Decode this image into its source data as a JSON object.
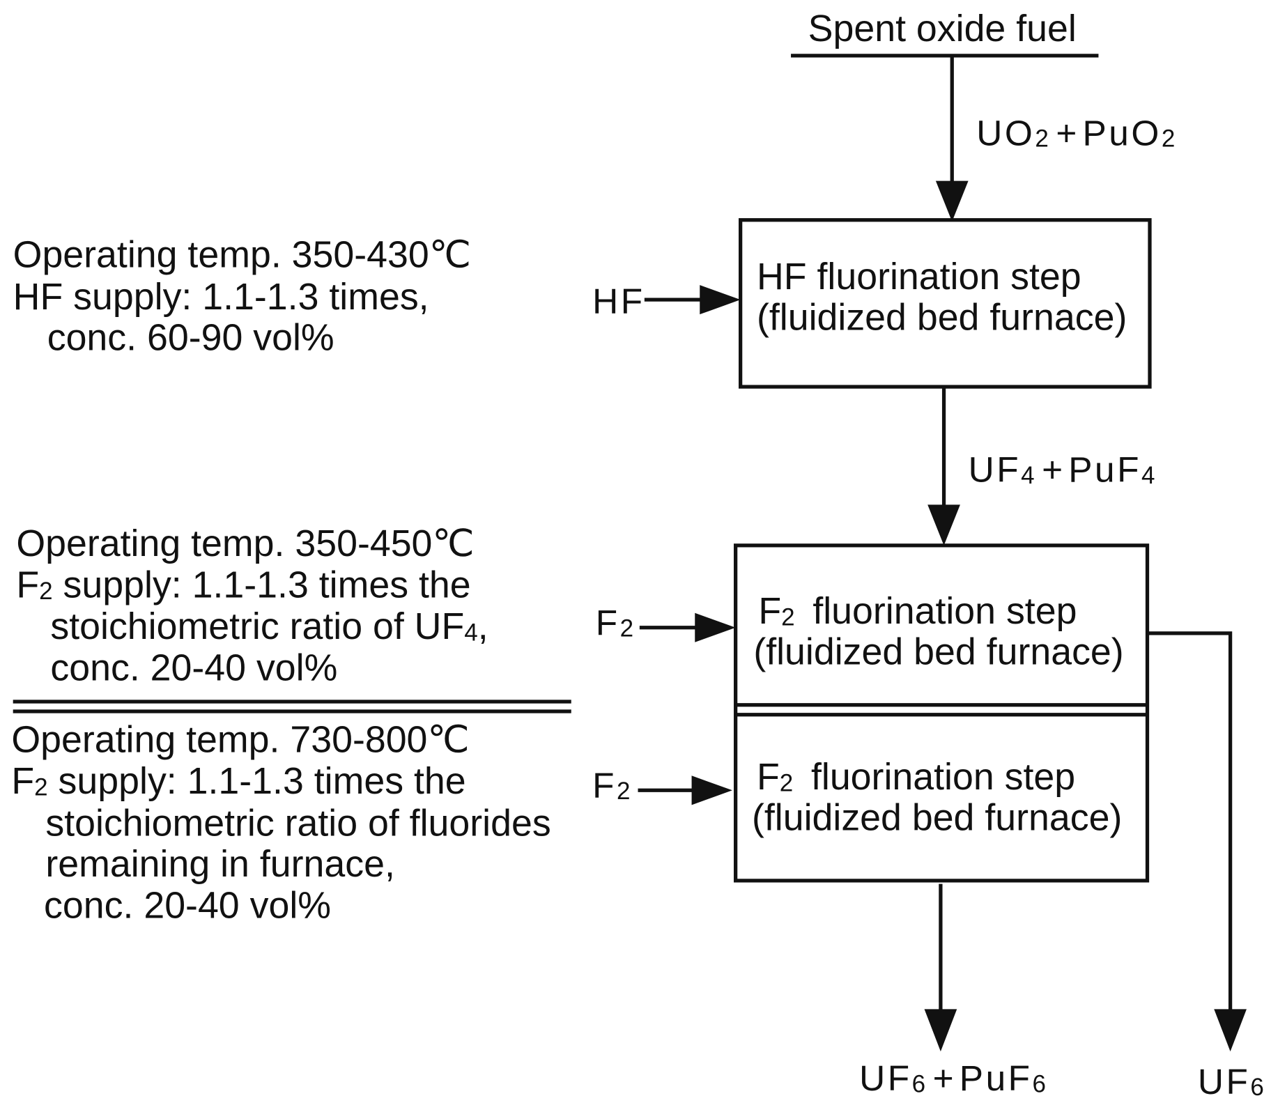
{
  "source": {
    "label": "Spent  oxide  fuel"
  },
  "flows": {
    "feed": {
      "a": "UO",
      "a_sub": "2",
      "plus": "+",
      "b": "PuO",
      "b_sub": "2"
    },
    "intermediate": {
      "a": "UF",
      "a_sub": "4",
      "plus": "+",
      "b": "PuF",
      "b_sub": "4"
    },
    "product_mixed": {
      "a": "UF",
      "a_sub": "6",
      "plus": "+",
      "b": "PuF",
      "b_sub": "6"
    },
    "product_u": {
      "a": "UF",
      "a_sub": "6"
    }
  },
  "inputs": {
    "hf": {
      "label": "HF"
    },
    "f2_upper": {
      "label": "F",
      "sub": "2"
    },
    "f2_lower": {
      "label": "F",
      "sub": "2"
    }
  },
  "steps": {
    "hf_step": {
      "line1": "HF fluorination step",
      "line2": "(fluidized bed furnace)"
    },
    "f2_upper": {
      "line1_a": "F",
      "line1_sub": "2",
      "line1_b": "fluorination step",
      "line2": "(fluidized bed furnace)"
    },
    "f2_lower": {
      "line1_a": "F",
      "line1_sub": "2",
      "line1_b": "fluorination step",
      "line2": "(fluidized bed furnace)"
    }
  },
  "conditions": {
    "hf_step": {
      "line1": "Operating temp. 350-430℃",
      "line2": "HF supply: 1.1-1.3 times,",
      "line3": "conc. 60-90 vol%"
    },
    "f2_upper": {
      "line1": "Operating temp. 350-450℃",
      "line2_a": "F",
      "line2_sub": "2",
      "line2_b": " supply: 1.1-1.3 times the",
      "line3_a": "stoichiometric ratio of UF",
      "line3_sub": "4",
      "line3_b": ",",
      "line4": "conc. 20-40 vol%"
    },
    "f2_lower": {
      "line1": "Operating temp. 730-800℃",
      "line2_a": "F",
      "line2_sub": "2",
      "line2_b": " supply: 1.1-1.3 times the",
      "line3": "stoichiometric ratio of fluorides",
      "line4": "remaining in furnace,",
      "line5": "conc. 20-40 vol%"
    }
  }
}
